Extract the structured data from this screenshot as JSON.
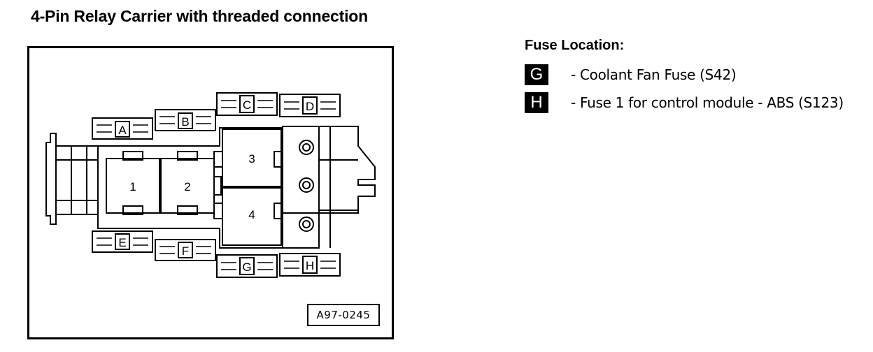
{
  "title": "4-Pin Relay Carrier with threaded connection",
  "figure_id": "A97-0245",
  "relays": [
    "1",
    "2",
    "3",
    "4"
  ],
  "fuses": [
    "A",
    "B",
    "C",
    "D",
    "E",
    "F",
    "G",
    "H"
  ],
  "legend": {
    "title": "Fuse Location:",
    "items": [
      {
        "letter": "G",
        "text": "- Coolant Fan Fuse (S42)"
      },
      {
        "letter": "H",
        "text": "- Fuse 1 for control module - ABS (S123)"
      }
    ]
  }
}
